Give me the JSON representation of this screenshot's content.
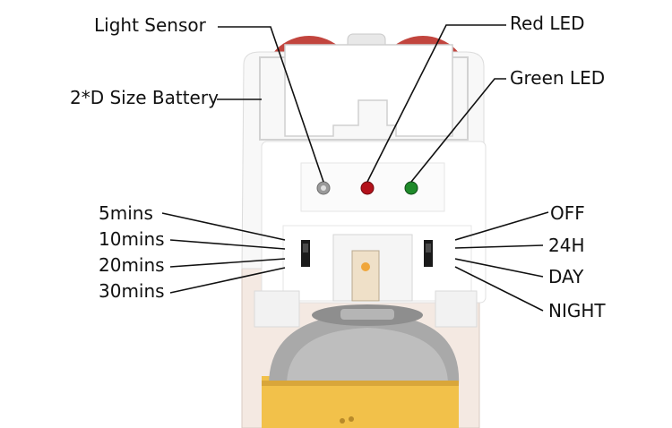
{
  "labels": {
    "light_sensor": "Light Sensor",
    "red_led": "Red LED",
    "battery": "2*D Size Battery",
    "green_led": "Green LED",
    "mins_5": "5mins",
    "mins_10": "10mins",
    "mins_20": "20mins",
    "mins_30": "30mins",
    "off": "OFF",
    "h24": "24H",
    "day": "DAY",
    "night": "NIGHT"
  },
  "colors": {
    "red_led": "#b3121b",
    "green_led": "#1f8a2a",
    "sensor": "#9a9a9a",
    "battery": "#c2453e",
    "can": "#f2c14a"
  }
}
